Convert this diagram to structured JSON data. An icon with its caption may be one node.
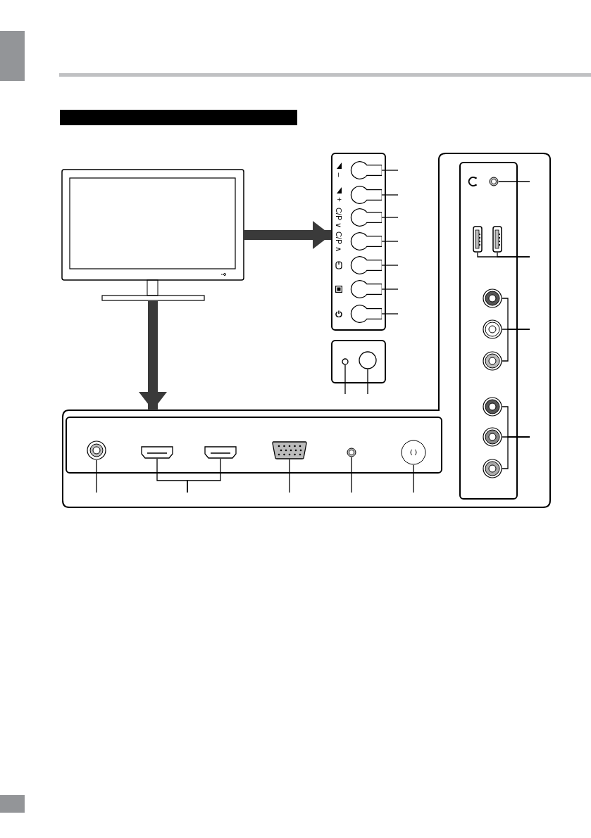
{
  "diagram": {
    "nodes": [
      {
        "text": [],
        "shape": "picture"
      },
      {
        "text": [],
        "shape": "box"
      },
      {
        "text": [],
        "shape": "button",
        "in": 1,
        "beside": [
          "–"
        ]
      },
      {
        "text": [],
        "shape": "button",
        "in": 1,
        "beside": [
          "+"
        ]
      },
      {
        "text": [],
        "shape": "button",
        "in": 1,
        "beside": [
          "C/P ∨"
        ]
      },
      {
        "text": [],
        "shape": "button",
        "in": 1,
        "beside": [
          "C/P ∧"
        ]
      },
      {
        "text": [],
        "shape": "button",
        "in": 1
      },
      {
        "text": [],
        "shape": "button",
        "in": 1
      },
      {
        "text": [],
        "shape": "button",
        "in": 1
      },
      {
        "text": [],
        "shape": "box"
      },
      {
        "text": [],
        "shape": "circle",
        "in": 9
      },
      {
        "text": [],
        "shape": "circle",
        "in": 9
      },
      {
        "text": [],
        "shape": "box"
      },
      {
        "text": [],
        "shape": "box",
        "in": 12
      },
      {
        "text": [],
        "shape": "box",
        "in": 12
      },
      {
        "text": [],
        "shape": "circle",
        "in": 13
      },
      {
        "text": [],
        "shape": "box",
        "in": 13
      },
      {
        "text": [],
        "shape": "box",
        "in": 13
      },
      {
        "text": [],
        "shape": "box",
        "in": 13
      },
      {
        "text": [],
        "shape": "circle",
        "in": 13
      },
      {
        "text": [],
        "shape": "circle",
        "in": 13
      },
      {
        "text": [],
        "shape": "circle",
        "in": 14
      },
      {
        "text": [],
        "shape": "box",
        "in": 14
      },
      {
        "text": [],
        "shape": "box",
        "in": 14
      },
      {
        "text": [],
        "shape": "circle",
        "in": 14
      },
      {
        "text": [],
        "shape": "circle",
        "in": 14
      },
      {
        "text": [],
        "shape": "circle",
        "in": 14
      },
      {
        "text": [],
        "shape": "circle",
        "in": 14
      },
      {
        "text": [],
        "shape": "circle",
        "in": 14
      },
      {
        "text": [],
        "shape": "circle",
        "in": 14
      },
      {
        "text": [],
        "shape": "bar"
      }
    ],
    "edges": [
      {
        "from": 0,
        "to": 1,
        "arrow": "to",
        "style": "thick"
      },
      {
        "from": 0,
        "to": 12,
        "arrow": "to",
        "style": "thick"
      },
      {
        "from": 2,
        "to": null,
        "arrow": "none"
      },
      {
        "from": 3,
        "to": null,
        "arrow": "none"
      },
      {
        "from": 4,
        "to": null,
        "arrow": "none"
      },
      {
        "from": 5,
        "to": null,
        "arrow": "none"
      },
      {
        "from": 6,
        "to": null,
        "arrow": "none"
      },
      {
        "from": 7,
        "to": null,
        "arrow": "none"
      },
      {
        "from": 8,
        "to": null,
        "arrow": "none"
      },
      {
        "from": 10,
        "to": null,
        "arrow": "none"
      },
      {
        "from": 11,
        "to": null,
        "arrow": "none"
      },
      {
        "from": 15,
        "to": null,
        "arrow": "none"
      },
      {
        "from": 16,
        "to": null,
        "arrow": "none"
      },
      {
        "from": 17,
        "to": null,
        "arrow": "none"
      },
      {
        "from": 18,
        "to": null,
        "arrow": "none"
      },
      {
        "from": 19,
        "to": null,
        "arrow": "none"
      },
      {
        "from": 20,
        "to": null,
        "arrow": "none"
      },
      {
        "from": 21,
        "to": null,
        "arrow": "none"
      },
      {
        "from": 22,
        "to": null,
        "arrow": "none"
      },
      {
        "from": 23,
        "to": null,
        "arrow": "none"
      },
      {
        "from": 24,
        "to": null,
        "arrow": "none"
      },
      {
        "from": 25,
        "to": null,
        "arrow": "none"
      },
      {
        "from": 26,
        "to": null,
        "arrow": "none"
      },
      {
        "from": 27,
        "to": null,
        "arrow": "none"
      },
      {
        "from": 28,
        "to": null,
        "arrow": "none"
      },
      {
        "from": 29,
        "to": null,
        "arrow": "none"
      }
    ]
  }
}
